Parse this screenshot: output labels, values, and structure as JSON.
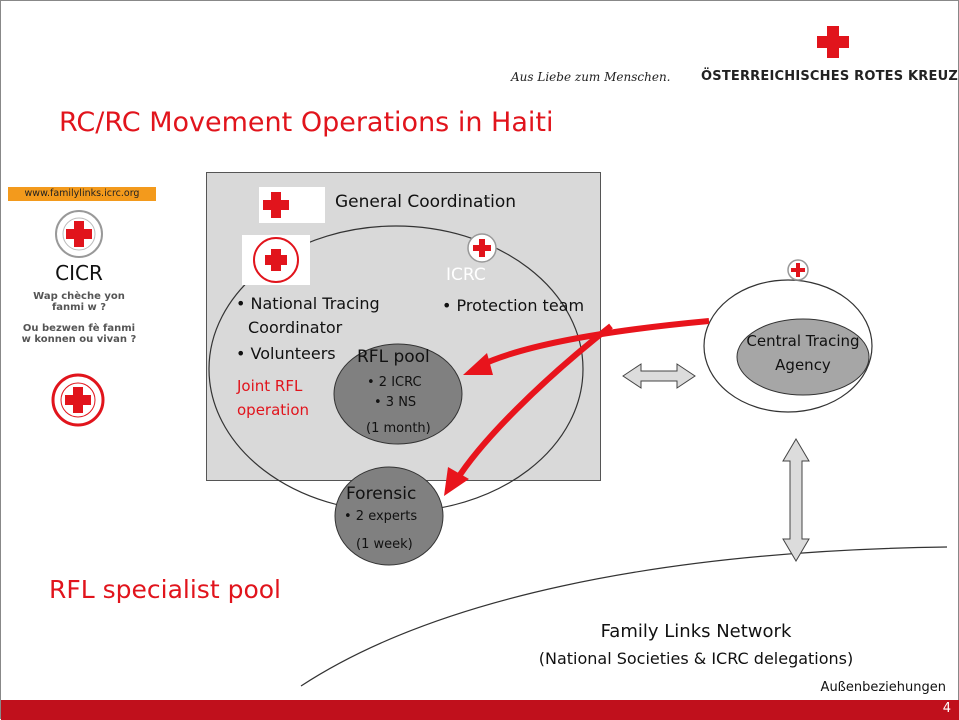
{
  "header": {
    "motto": "Aus Liebe zum Menschen.",
    "organization": "ÖSTERREICHISCHES ROTES KREUZ",
    "title": "RC/RC Movement Operations in Haiti"
  },
  "left_panel": {
    "website": "www.familylinks.icrc.org",
    "cicr": "CICR",
    "question1": "Wap chèche yon fanmi w ?",
    "question2": "Ou bezwen fè fanmi w konnen ou vivan ?"
  },
  "diagram": {
    "general_coordination": "General Coordination",
    "icrc_label": "ICRC",
    "ns_items": [
      "• National Tracing",
      "Coordinator",
      "• Volunteers"
    ],
    "protection": "• Protection team",
    "joint_rfl": [
      "Joint RFL",
      "operation"
    ],
    "rfl_pool": {
      "title": "RFL pool",
      "lines": [
        "• 2 ICRC",
        "• 3 NS",
        "(1 month)"
      ]
    },
    "forensic": {
      "title": "Forensic",
      "lines": [
        "• 2 experts",
        "(1 week)"
      ]
    },
    "cta_icrc": "ICRC",
    "cta": [
      "Central Tracing",
      "Agency"
    ],
    "network": [
      "Family Links Network",
      "(National Societies & ICRC delegations)"
    ]
  },
  "specialist_pool": "RFL specialist pool",
  "footer": {
    "department": "Außenbeziehungen",
    "page": "4"
  },
  "colors": {
    "accent": "#e1141c",
    "footer": "#c0101c",
    "box": "#d9d9d9",
    "pool": "#808080",
    "cta": "#a6a6a6"
  }
}
